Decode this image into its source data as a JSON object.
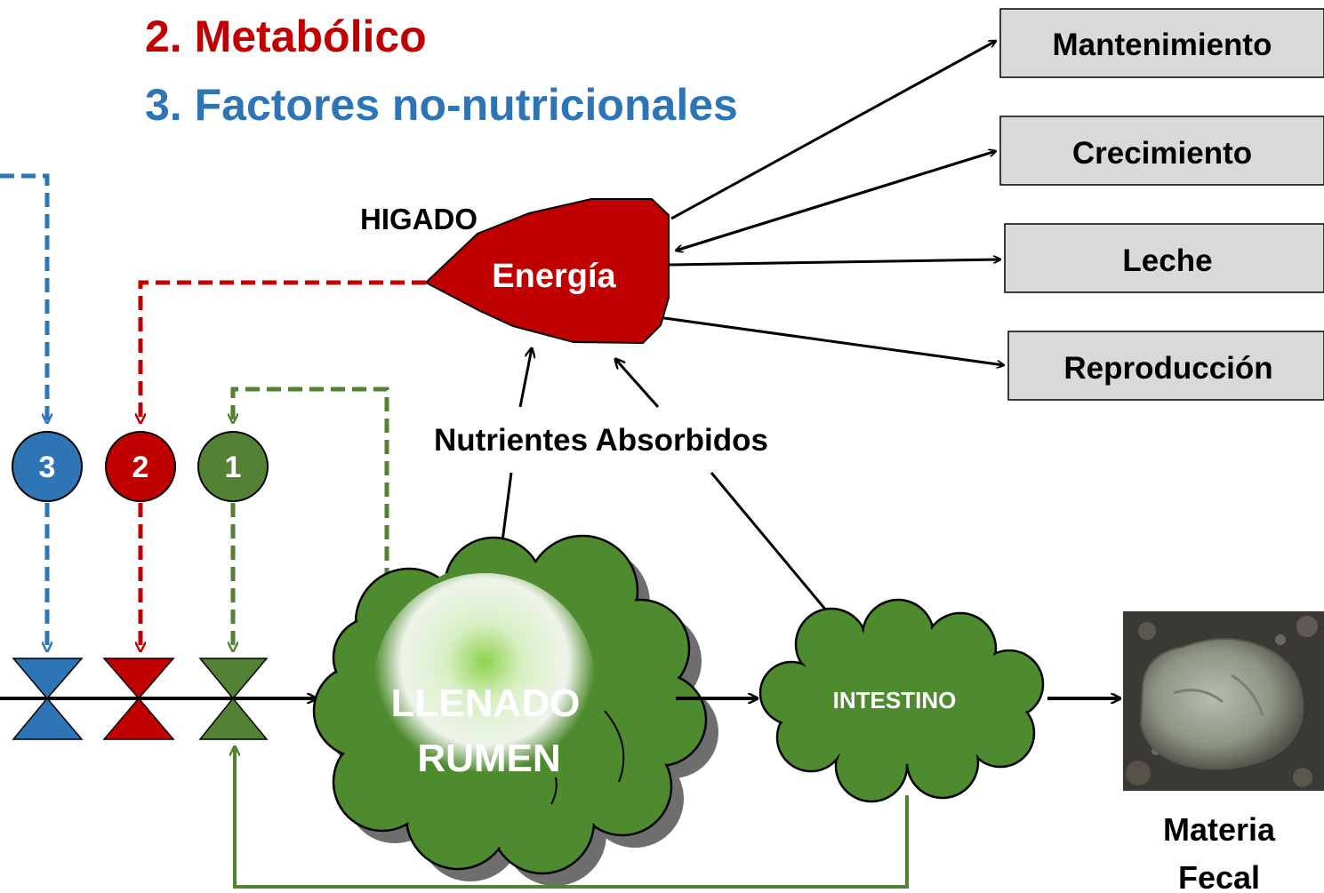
{
  "headings": {
    "metabolic": "2. Metabólico",
    "non_nutritional": "3. Factores no-nutricionales"
  },
  "liver": {
    "title": "HIGADO",
    "energy": "Energía"
  },
  "outputs": [
    "Mantenimiento",
    "Crecimiento",
    "Leche",
    "Reproducción"
  ],
  "absorbed": "Nutrientes Absorbidos",
  "rumen": {
    "line1": "LLENADO",
    "line2": "RUMEN"
  },
  "intestine": "INTESTINO",
  "feces": {
    "line1": "Materia",
    "line2": "Fecal"
  },
  "controls": [
    "3",
    "2",
    "1"
  ],
  "colors": {
    "blue": "#2E75B6",
    "red": "#C00000",
    "green": "#548235",
    "cloud": "#4E8A2E",
    "box_fill": "#D9D9D9"
  }
}
